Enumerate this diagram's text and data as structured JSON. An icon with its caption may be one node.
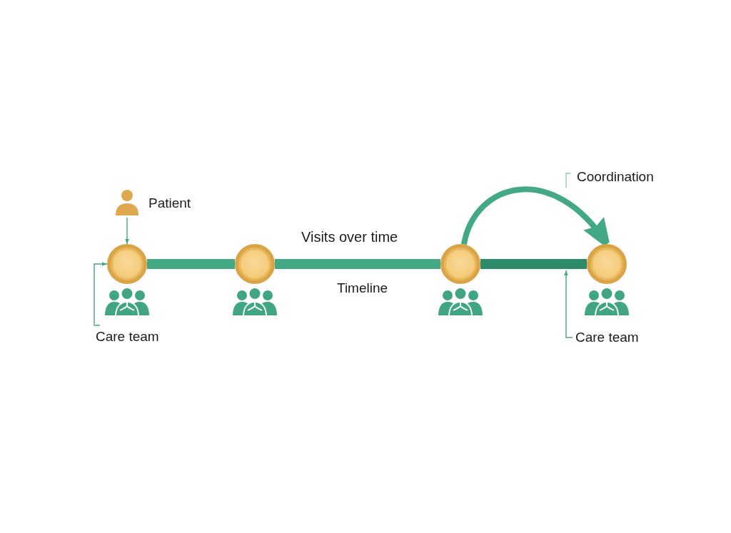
{
  "diagram": {
    "nodes": [
      {
        "text": [],
        "shape": "person",
        "beside": [
          "Patient"
        ]
      },
      {
        "text": [],
        "shape": "circle"
      },
      {
        "text": [],
        "shape": "circle"
      },
      {
        "text": [],
        "shape": "circle"
      },
      {
        "text": [],
        "shape": "circle"
      },
      {
        "text": [
          "Care team"
        ]
      },
      {
        "text": [
          "Care team"
        ]
      }
    ],
    "edges": [
      {
        "from": 0,
        "to": 1,
        "arrow": "to"
      },
      {
        "from": 1,
        "to": 2,
        "arrow": "none"
      },
      {
        "from": 2,
        "to": 3,
        "arrow": "none"
      },
      {
        "from": 3,
        "to": 4,
        "arrow": "none",
        "color": "#2e8b6a"
      },
      {
        "from": 3,
        "to": 4,
        "arrow": "to",
        "label": "Coordination"
      },
      {
        "from": 5,
        "to": 1,
        "arrow": "to"
      },
      {
        "from": 6,
        "to": null,
        "arrow": "to"
      }
    ],
    "labels": [
      "Visits over time",
      "Timeline"
    ]
  }
}
